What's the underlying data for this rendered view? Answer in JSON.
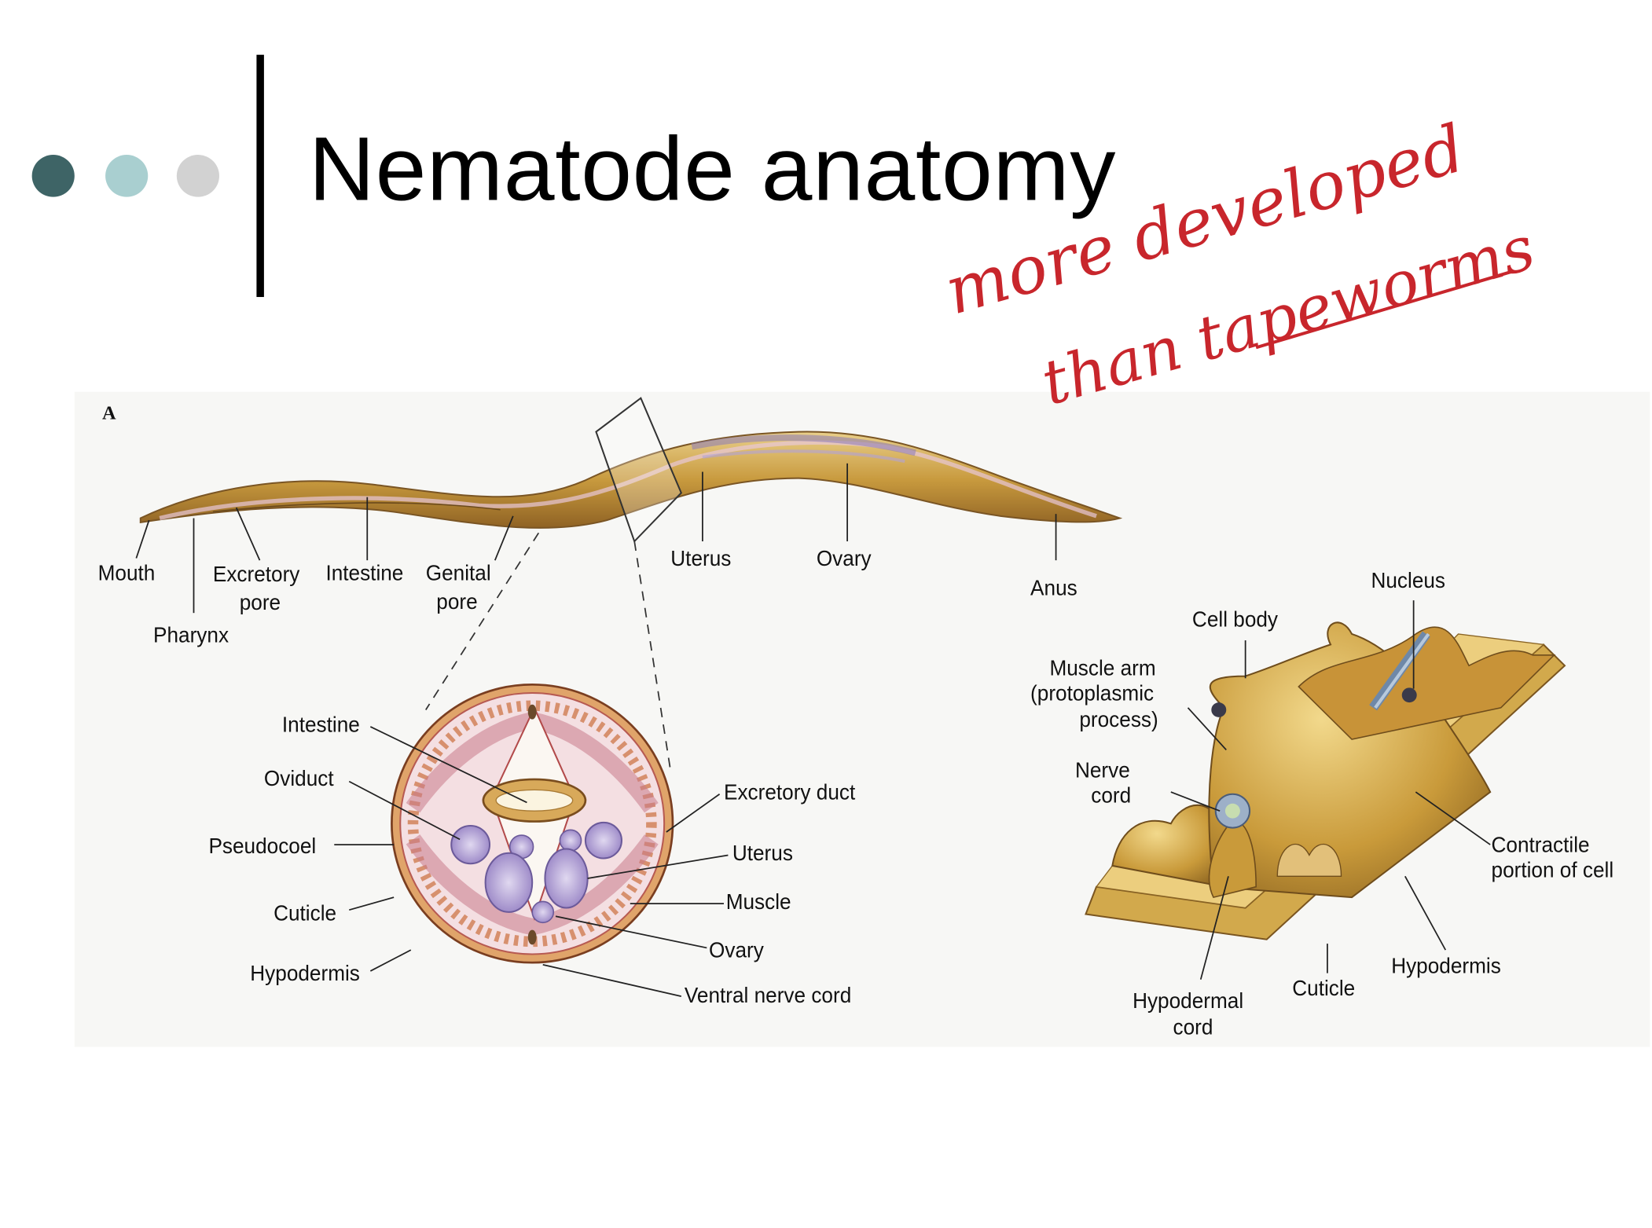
{
  "slide": {
    "title": "Nematode anatomy",
    "bullet_dot_colors": [
      "#3e6466",
      "#a9cfd0",
      "#d2d2d2"
    ],
    "annotation_line1": "more developed",
    "annotation_line2": "than tapeworms",
    "annotation_color": "#c8262c"
  },
  "figure": {
    "panel_letter": "A",
    "worm_labels": {
      "mouth": "Mouth",
      "pharynx": "Pharynx",
      "excretory_pore": [
        "Excretory",
        "pore"
      ],
      "intestine": "Intestine",
      "genital_pore": [
        "Genital",
        "pore"
      ],
      "uterus": "Uterus",
      "ovary": "Ovary",
      "anus": "Anus"
    },
    "cross_section_labels": {
      "intestine": "Intestine",
      "oviduct": "Oviduct",
      "pseudocoel": "Pseudocoel",
      "cuticle": "Cuticle",
      "hypodermis": "Hypodermis",
      "excretory_duct": "Excretory duct",
      "uterus": "Uterus",
      "muscle": "Muscle",
      "ovary": "Ovary",
      "ventral_nerve_cord": "Ventral nerve cord"
    },
    "muscle_cell_labels": {
      "nucleus": "Nucleus",
      "cell_body": "Cell body",
      "muscle_arm": [
        "Muscle arm",
        "(protoplasmic",
        "process)"
      ],
      "nerve_cord": [
        "Nerve",
        "cord"
      ],
      "contractile": [
        "Contractile",
        "portion of cell"
      ],
      "hypodermis": "Hypodermis",
      "cuticle": "Cuticle",
      "hypodermal_cord": [
        "Hypodermal",
        "cord"
      ]
    }
  }
}
